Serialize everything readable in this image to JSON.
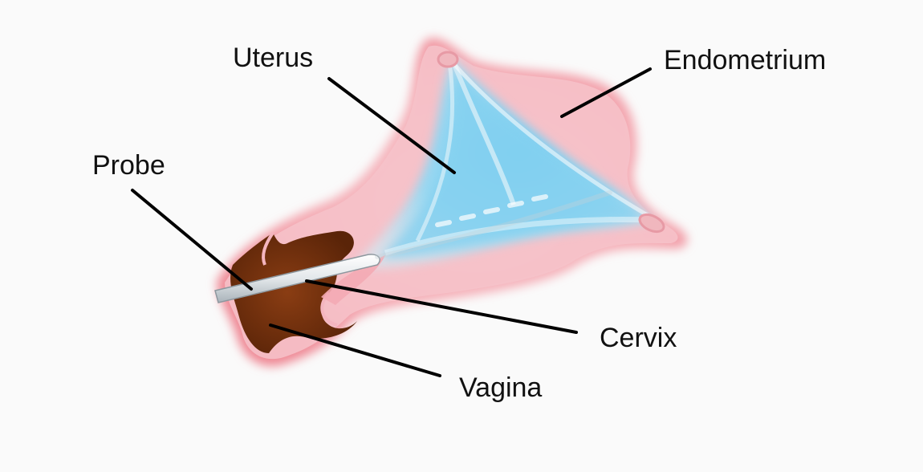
{
  "labels": {
    "uterus": "Uterus",
    "endometrium": "Endometrium",
    "probe": "Probe",
    "cervix": "Cervix",
    "vagina": "Vagina"
  }
}
